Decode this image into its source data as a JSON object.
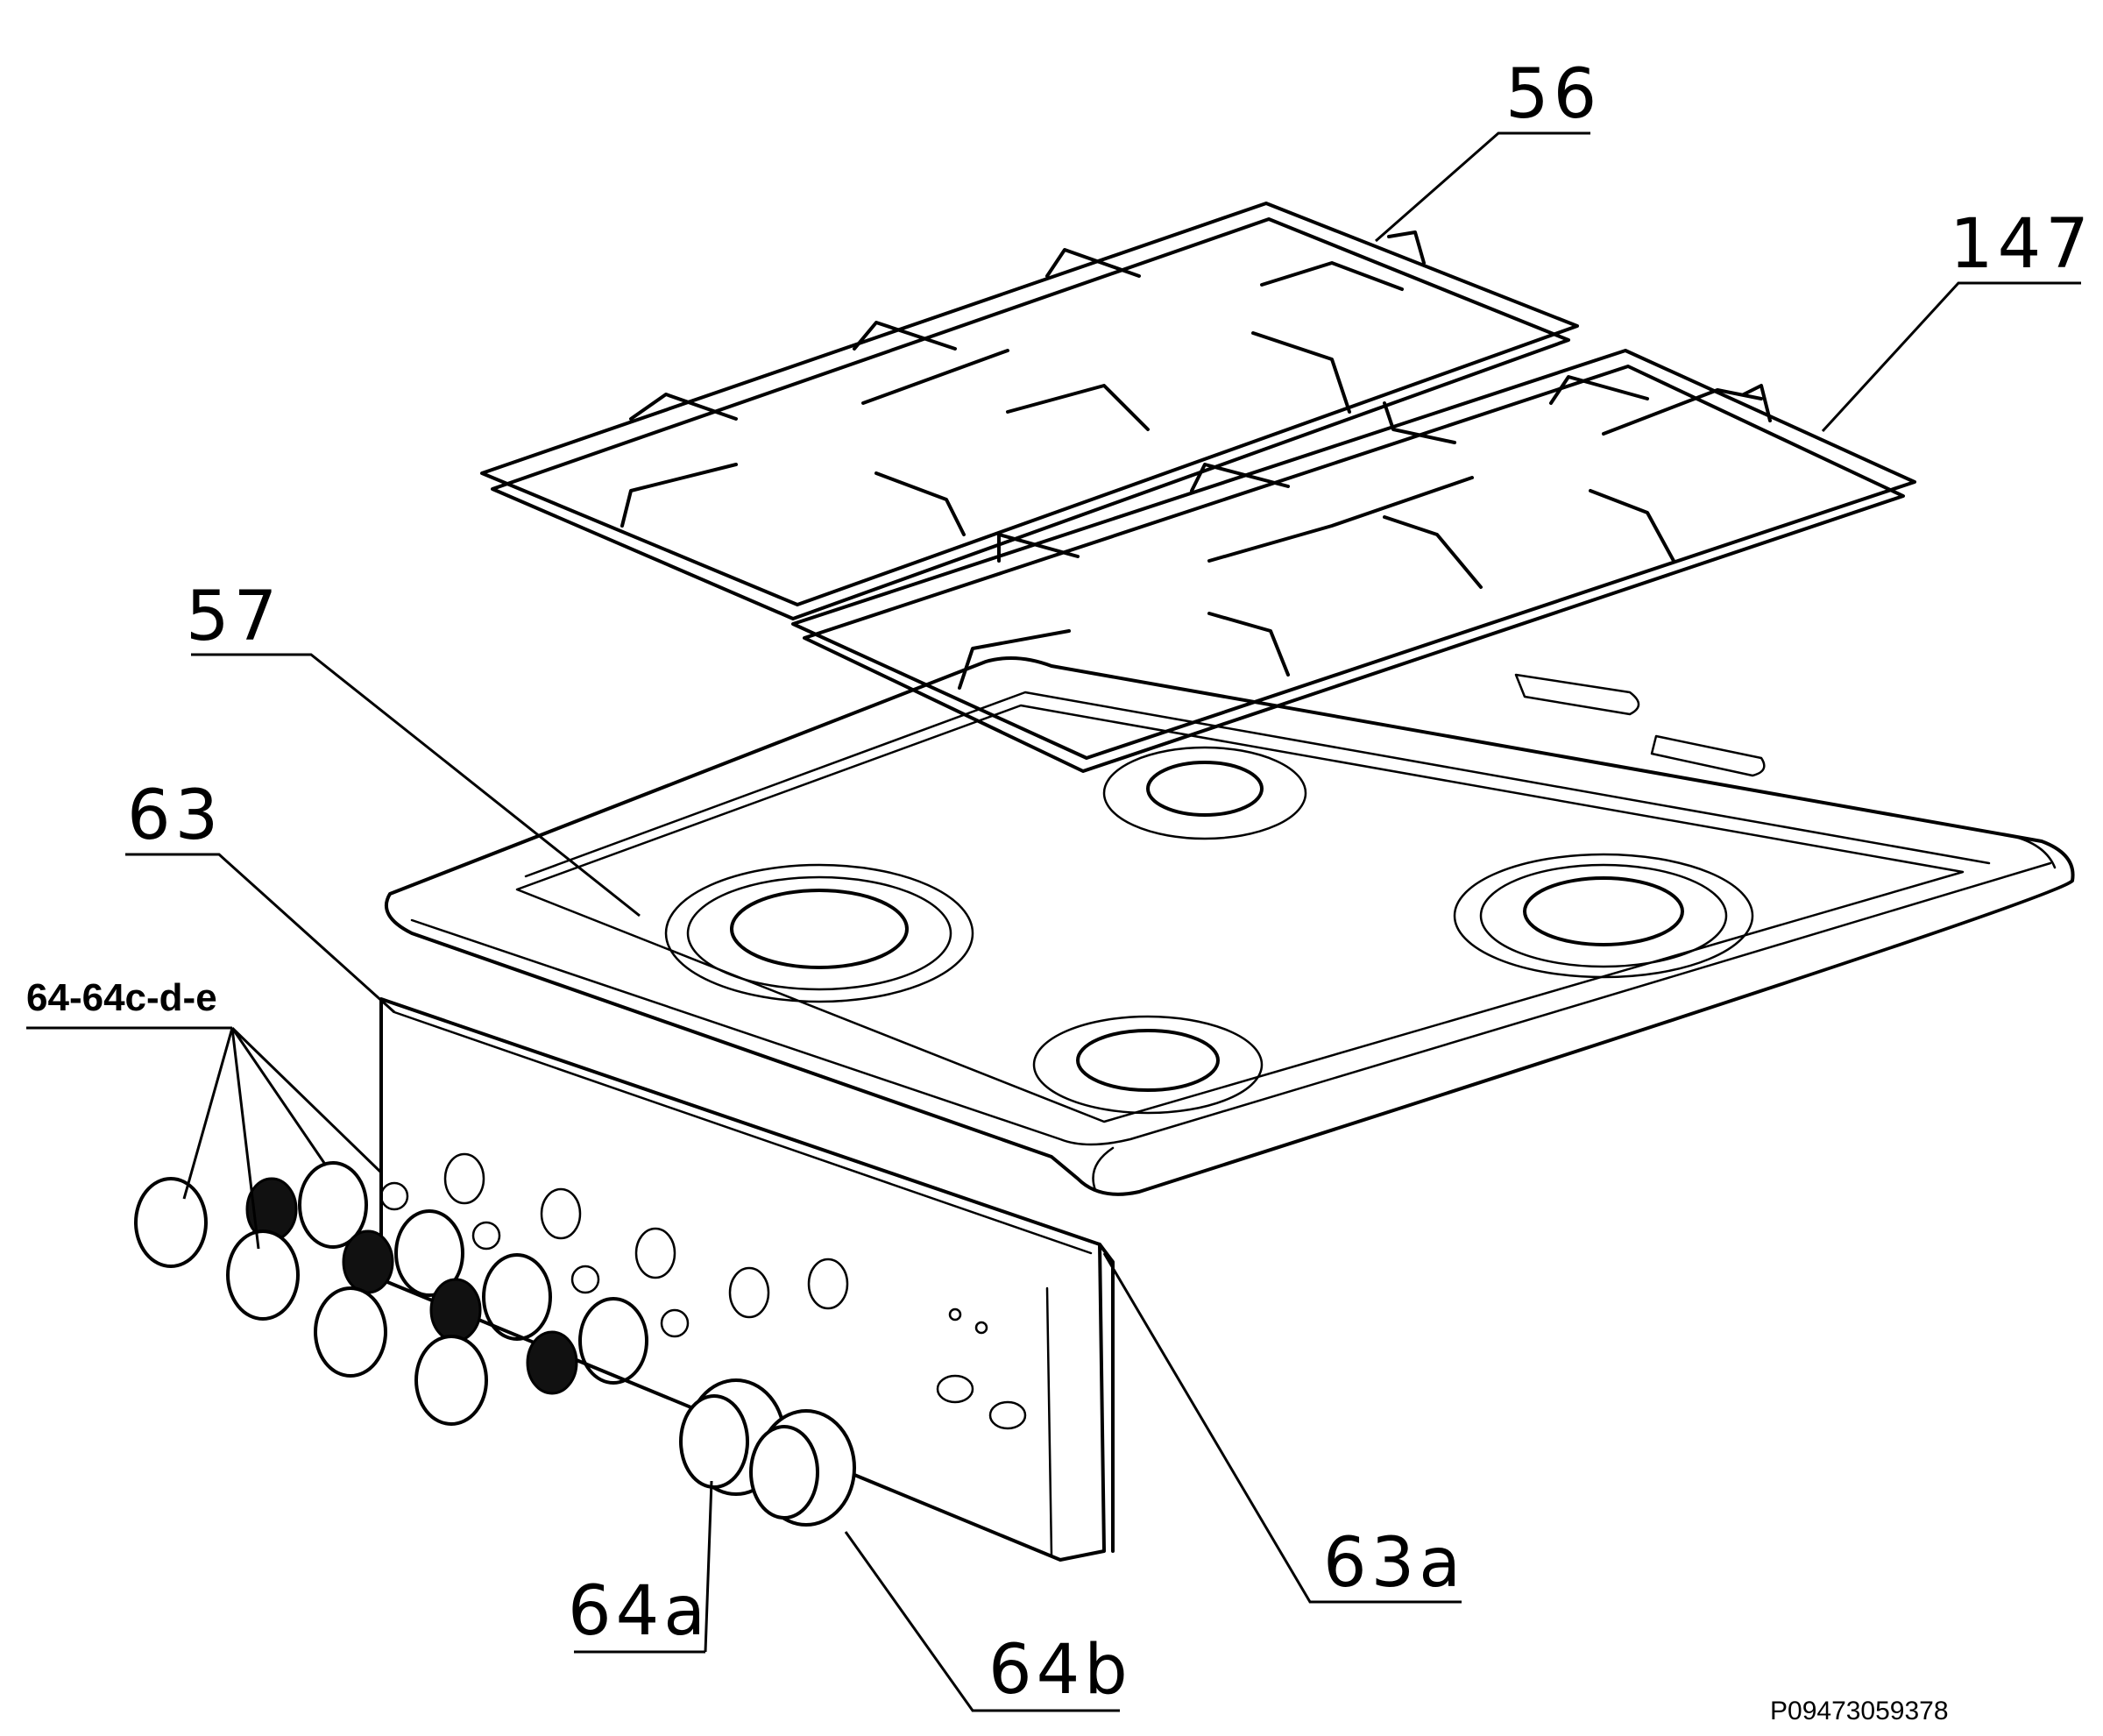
{
  "callouts": [
    {
      "id": "56",
      "text": "56"
    },
    {
      "id": "147",
      "text": "147"
    },
    {
      "id": "57",
      "text": "57"
    },
    {
      "id": "63",
      "text": "63"
    },
    {
      "id": "64-64c-d-e",
      "text": "64-64c-d-e"
    },
    {
      "id": "63a",
      "text": "63a"
    },
    {
      "id": "64a",
      "text": "64a"
    },
    {
      "id": "64b",
      "text": "64b"
    }
  ],
  "document_code": "P09473059378",
  "colors": {
    "line": "#000000",
    "background": "#ffffff"
  }
}
